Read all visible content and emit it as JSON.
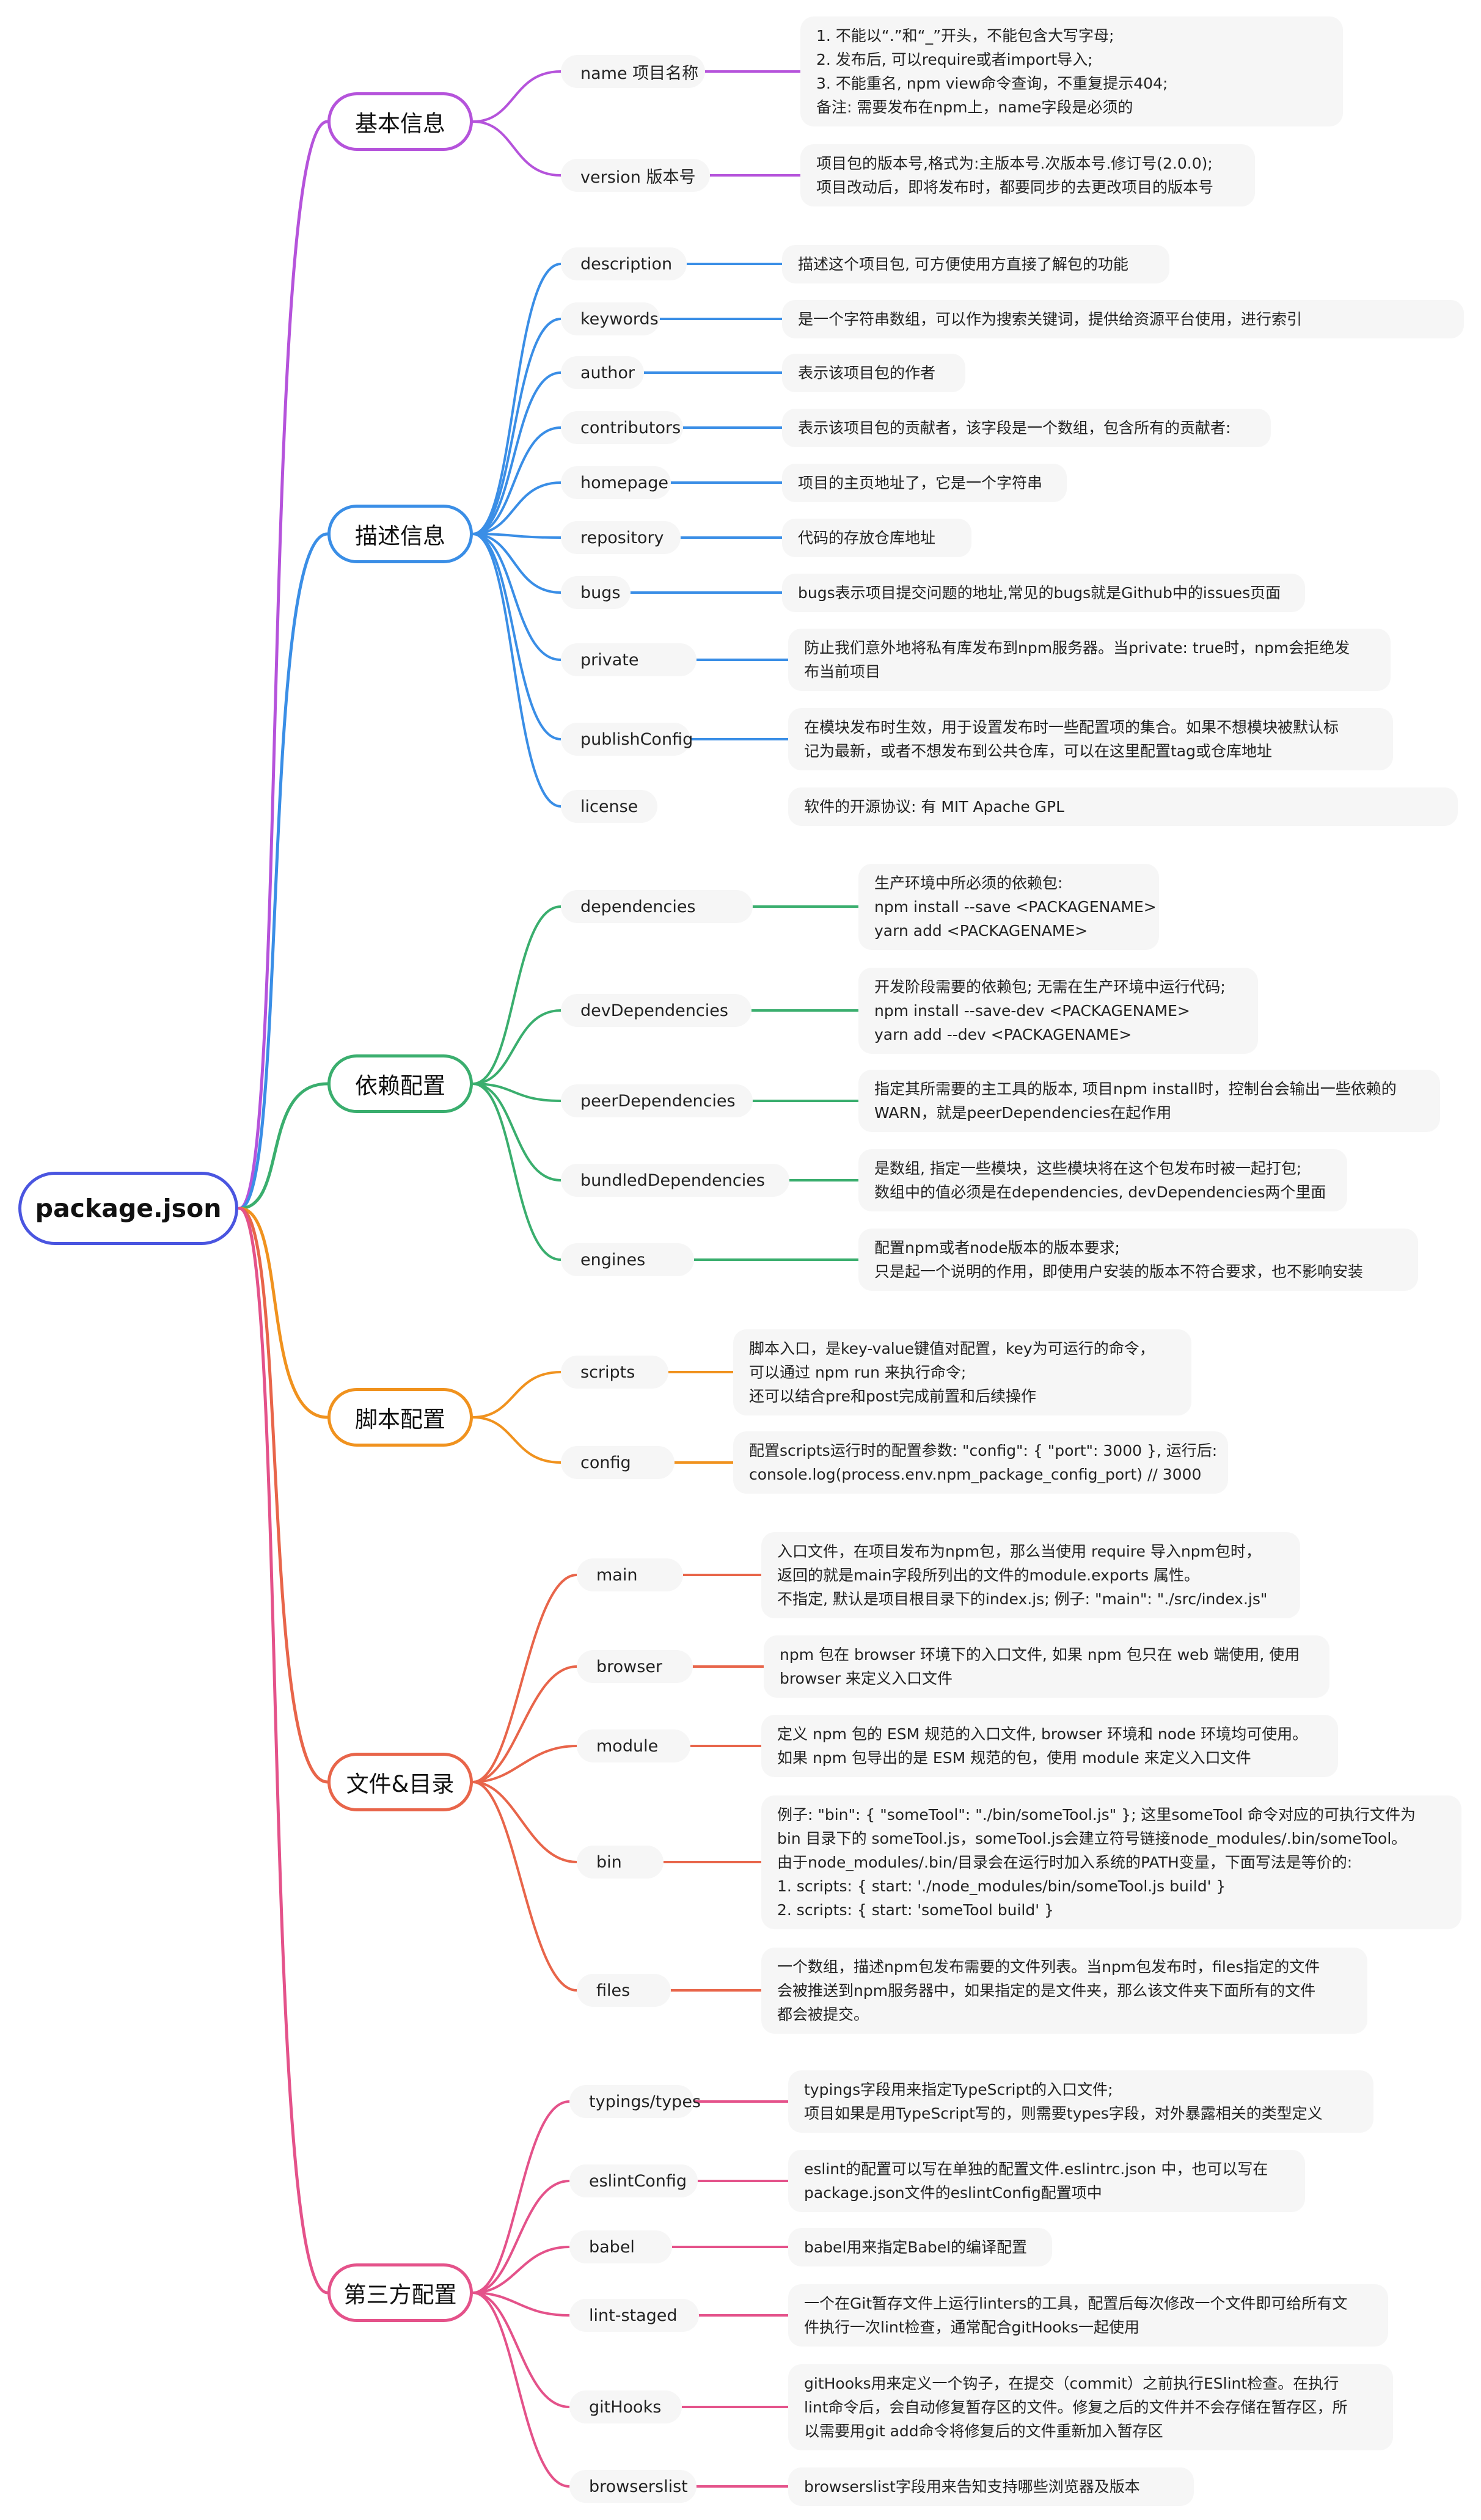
{
  "root": "package.json",
  "colors": {
    "root": "#4a55e0",
    "basic": "#b553db",
    "describe": "#3a8ee6",
    "deps": "#3aae6e",
    "scripts": "#f0921e",
    "files": "#e8654a",
    "third": "#e4528a"
  },
  "categories": [
    {
      "label": "基本信息",
      "items": [
        {
          "key": "name 项目名称",
          "desc": [
            "1.  不能以“.”和“_”开头，不能包含大写字母;",
            "2.  发布后, 可以require或者import导入;",
            "3.  不能重名, npm view命令查询，不重复提示404;",
            "备注: 需要发布在npm上，name字段是必须的"
          ]
        },
        {
          "key": "version 版本号",
          "desc": [
            "项目包的版本号,格式为:主版本号.次版本号.修订号(2.0.0);",
            "项目改动后，即将发布时，都要同步的去更改项目的版本号"
          ]
        }
      ]
    },
    {
      "label": "描述信息",
      "items": [
        {
          "key": "description",
          "desc": [
            "描述这个项目包, 可方便使用方直接了解包的功能"
          ]
        },
        {
          "key": "keywords",
          "desc": [
            "是一个字符串数组，可以作为搜索关键词，提供给资源平台使用，进行索引"
          ]
        },
        {
          "key": "author",
          "desc": [
            "表示该项目包的作者"
          ]
        },
        {
          "key": "contributors",
          "desc": [
            "表示该项目包的贡献者，该字段是一个数组，包含所有的贡献者:"
          ]
        },
        {
          "key": "homepage",
          "desc": [
            "项目的主页地址了，它是一个字符串"
          ]
        },
        {
          "key": "repository",
          "desc": [
            "代码的存放仓库地址"
          ]
        },
        {
          "key": "bugs",
          "desc": [
            "bugs表示项目提交问题的地址,常见的bugs就是Github中的issues页面"
          ]
        },
        {
          "key": "private",
          "desc": [
            "防止我们意外地将私有库发布到npm服务器。当private: true时，npm会拒绝发",
            "布当前项目"
          ]
        },
        {
          "key": "publishConfig",
          "desc": [
            "在模块发布时生效，用于设置发布时一些配置项的集合。如果不想模块被默认标",
            "记为最新，或者不想发布到公共仓库，可以在这里配置tag或仓库地址"
          ]
        },
        {
          "key": "license",
          "desc": [
            "软件的开源协议: 有 MIT Apache GPL"
          ]
        }
      ]
    },
    {
      "label": "依赖配置",
      "items": [
        {
          "key": "dependencies",
          "desc": [
            "生产环境中所必须的依赖包:",
            "npm install --save <PACKAGENAME>",
            "yarn add <PACKAGENAME>"
          ]
        },
        {
          "key": "devDependencies",
          "desc": [
            "开发阶段需要的依赖包; 无需在生产环境中运行代码;",
            "npm install --save-dev <PACKAGENAME>",
            "yarn add --dev <PACKAGENAME>"
          ]
        },
        {
          "key": "peerDependencies",
          "desc": [
            "指定其所需要的主工具的版本, 项目npm install时，控制台会输出一些依赖的",
            "WARN，就是peerDependencies在起作用"
          ]
        },
        {
          "key": "bundledDependencies",
          "desc": [
            "是数组, 指定一些模块，这些模块将在这个包发布时被一起打包;",
            "数组中的值必须是在dependencies, devDependencies两个里面"
          ]
        },
        {
          "key": "engines",
          "desc": [
            "配置npm或者node版本的版本要求;",
            "只是起一个说明的作用，即使用户安装的版本不符合要求，也不影响安装"
          ]
        }
      ]
    },
    {
      "label": "脚本配置",
      "items": [
        {
          "key": "scripts",
          "desc": [
            "脚本入口，是key-value键值对配置，key为可运行的命令，",
            "可以通过 npm run 来执行命令;",
            "还可以结合pre和post完成前置和后续操作"
          ]
        },
        {
          "key": "config",
          "desc": [
            "配置scripts运行时的配置参数: \"config\": { \"port\": 3000 }, 运行后:",
            "console.log(process.env.npm_package_config_port) // 3000"
          ]
        }
      ]
    },
    {
      "label": "文件&目录",
      "items": [
        {
          "key": "main",
          "desc": [
            "入口文件，在项目发布为npm包，那么当使用 require 导入npm包时，",
            "返回的就是main字段所列出的文件的module.exports 属性。",
            "不指定, 默认是项目根目录下的index.js; 例子: \"main\": \"./src/index.js\""
          ]
        },
        {
          "key": "browser",
          "desc": [
            "npm 包在 browser 环境下的入口文件, 如果 npm 包只在 web 端使用, 使用",
            "browser 来定义入口文件"
          ]
        },
        {
          "key": "module",
          "desc": [
            "定义 npm 包的 ESM 规范的入口文件, browser 环境和 node 环境均可使用。",
            "如果 npm 包导出的是 ESM 规范的包，使用 module 来定义入口文件"
          ]
        },
        {
          "key": "bin",
          "desc": [
            "例子: \"bin\": { \"someTool\": \"./bin/someTool.js\" }; 这里someTool 命令对应的可执行文件为",
            "bin 目录下的 someTool.js，someTool.js会建立符号链接node_modules/.bin/someTool。",
            "由于node_modules/.bin/目录会在运行时加入系统的PATH变量，下面写法是等价的:",
            "  1.  scripts: {  start: './node_modules/bin/someTool.js build' }",
            "  2.  scripts: {  start: 'someTool build' }"
          ]
        },
        {
          "key": "files",
          "desc": [
            "一个数组，描述npm包发布需要的文件列表。当npm包发布时，files指定的文件",
            "会被推送到npm服务器中，如果指定的是文件夹，那么该文件夹下面所有的文件",
            "都会被提交。"
          ]
        }
      ]
    },
    {
      "label": "第三方配置",
      "items": [
        {
          "key": "typings/types",
          "desc": [
            "typings字段用来指定TypeScript的入口文件;",
            "项目如果是用TypeScript写的，则需要types字段，对外暴露相关的类型定义"
          ]
        },
        {
          "key": "eslintConfig",
          "desc": [
            "eslint的配置可以写在单独的配置文件.eslintrc.json 中，也可以写在",
            "package.json文件的eslintConfig配置项中"
          ]
        },
        {
          "key": "babel",
          "desc": [
            "babel用来指定Babel的编译配置"
          ]
        },
        {
          "key": "lint-staged",
          "desc": [
            "一个在Git暂存文件上运行linters的工具，配置后每次修改一个文件即可给所有文",
            "件执行一次lint检查，通常配合gitHooks一起使用"
          ]
        },
        {
          "key": "gitHooks",
          "desc": [
            "gitHooks用来定义一个钩子，在提交（commit）之前执行ESlint检查。在执行",
            "lint命令后，会自动修复暂存区的文件。修复之后的文件并不会存储在暂存区，所",
            "以需要用git add命令将修复后的文件重新加入暂存区"
          ]
        },
        {
          "key": "browserslist",
          "desc": [
            "browserslist字段用来告知支持哪些浏览器及版本"
          ]
        }
      ]
    }
  ]
}
